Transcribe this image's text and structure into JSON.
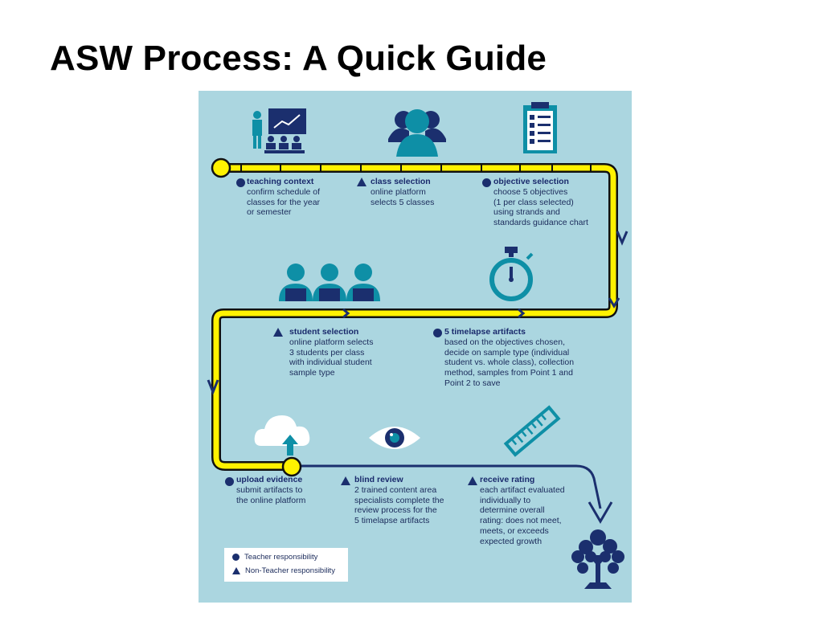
{
  "title": "ASW Process: A Quick Guide",
  "steps": [
    {
      "heading": "teaching context",
      "lines": [
        "confirm schedule of",
        "classes for the year",
        "or semester"
      ],
      "marker": "circle"
    },
    {
      "heading": "class selection",
      "lines": [
        "online platform",
        "selects 5 classes"
      ],
      "marker": "triangle"
    },
    {
      "heading": "objective selection",
      "lines": [
        "choose 5 objectives",
        "(1 per class selected)",
        "using strands and",
        "standards guidance chart"
      ],
      "marker": "circle"
    },
    {
      "heading": "student selection",
      "lines": [
        "online platform selects",
        "3 students per class",
        "with individual student",
        "sample type"
      ],
      "marker": "triangle"
    },
    {
      "heading": "5 timelapse artifacts",
      "lines": [
        "based on the objectives chosen,",
        "decide on sample type (individual",
        "student vs. whole class), collection",
        "method, samples from Point 1 and",
        "Point 2 to save"
      ],
      "marker": "circle"
    },
    {
      "heading": "upload evidence",
      "lines": [
        "submit artifacts to",
        "the online platform"
      ],
      "marker": "circle"
    },
    {
      "heading": "blind review",
      "lines": [
        "2 trained content area",
        "specialists complete the",
        "review process for the",
        "5 timelapse artifacts"
      ],
      "marker": "triangle"
    },
    {
      "heading": "receive rating",
      "lines": [
        "each artifact evaluated",
        "individually to",
        "determine overall",
        "rating: does not meet,",
        "meets, or exceeds",
        "expected growth"
      ],
      "marker": "triangle"
    }
  ],
  "legend": {
    "teacher": "Teacher responsibility",
    "non_teacher": "Non-Teacher responsibility"
  },
  "icons": [
    "teacher-presentation-icon",
    "group-icon",
    "checklist-icon",
    "students-icon",
    "stopwatch-icon",
    "cloud-upload-icon",
    "eye-icon",
    "ruler-icon",
    "tree-icon"
  ],
  "colors": {
    "panel": "#abd6e0",
    "path": "#fff200",
    "navy": "#1b2f6e",
    "teal": "#0e8fa6"
  }
}
